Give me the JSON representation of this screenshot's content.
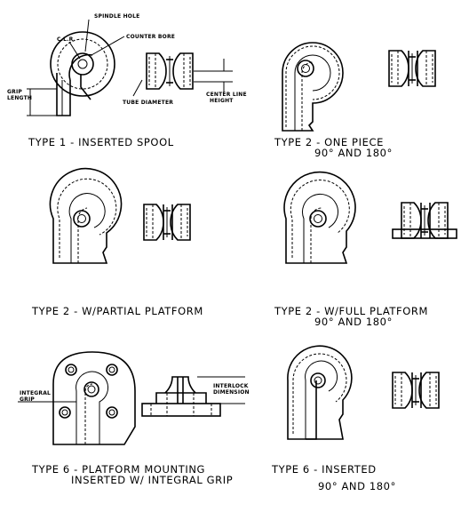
{
  "panels": [
    {
      "id": "type1",
      "caption_lines": [
        "TYPE 1 - INSERTED SPOOL"
      ],
      "labels": [
        "SPINDLE HOLE",
        "C.L.R.",
        "COUNTER BORE",
        "GRIP",
        "LENGTH",
        "TUBE DIAMETER",
        "CENTER LINE",
        "HEIGHT"
      ]
    },
    {
      "id": "type2-one-piece",
      "caption_lines": [
        "TYPE 2 - ONE PIECE",
        "90° AND 180°"
      ],
      "labels": []
    },
    {
      "id": "type2-partial",
      "caption_lines": [
        "TYPE 2 - W/PARTIAL PLATFORM"
      ],
      "labels": []
    },
    {
      "id": "type2-full",
      "caption_lines": [
        "TYPE 2 - W/FULL PLATFORM",
        "90° AND 180°"
      ],
      "labels": []
    },
    {
      "id": "type6-platform",
      "caption_lines": [
        "TYPE 6 - PLATFORM MOUNTING",
        "INSERTED W/ INTEGRAL GRIP"
      ],
      "labels": [
        "INTEGRAL",
        "GRIP",
        "INTERLOCK",
        "DIMENSION"
      ]
    },
    {
      "id": "type6-inserted",
      "caption_lines": [
        "TYPE 6 - INSERTED",
        "90° AND 180°"
      ],
      "labels": []
    }
  ]
}
